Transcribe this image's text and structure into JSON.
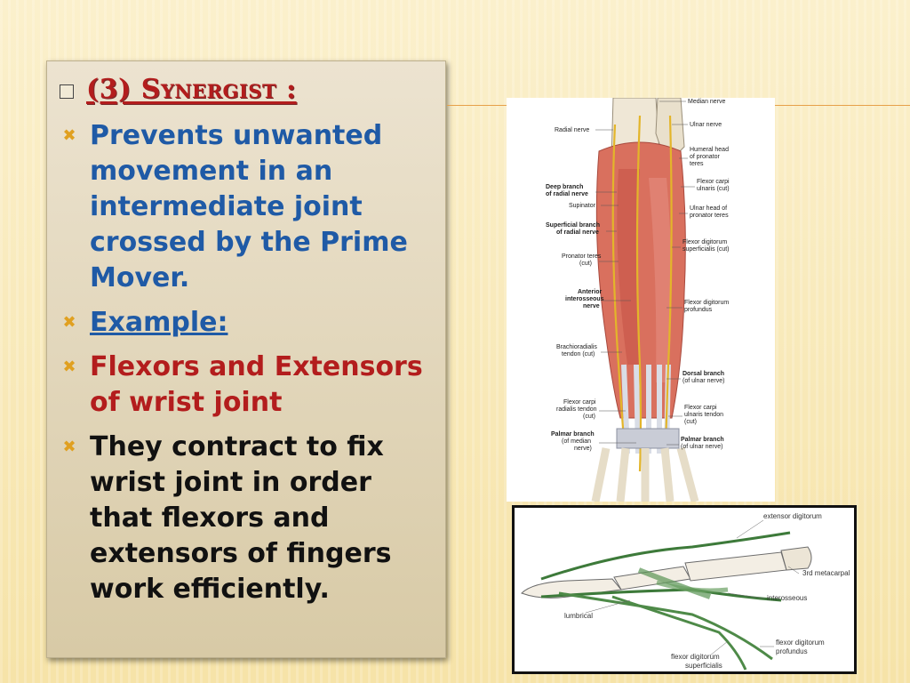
{
  "slide": {
    "title": "(3) Synergist :",
    "bullets": [
      {
        "text": "Prevents unwanted movement in an intermediate joint crossed by the Prime Mover.",
        "color": "#1f5aa6"
      },
      {
        "text": "Example:",
        "color": "#1f5aa6"
      },
      {
        "text": "Flexors and Extensors of wrist joint",
        "color": "#b31d1d"
      },
      {
        "text": "They contract to fix wrist joint in order that flexors and extensors of fingers work efficiently.",
        "color": "#111111"
      }
    ],
    "colors": {
      "title": "#b31d1d",
      "bullet_icon": "#e0a020",
      "accent_line": "#e6a14a"
    }
  },
  "forearm_figure": {
    "labels_left": [
      "Radial nerve",
      "Deep branch",
      "of radial nerve",
      "Supinator",
      "Superficial branch",
      "of radial nerve",
      "Pronator teres",
      "(cut)",
      "Anterior",
      "interosseous",
      "nerve",
      "Brachioradialis",
      "tendon (cut)",
      "Flexor carpi",
      "radialis tendon",
      "(cut)",
      "Palmar branch",
      "(of median",
      "nerve)"
    ],
    "labels_right": [
      "Median nerve",
      "Ulnar nerve",
      "Humeral head",
      "of pronator",
      "teres",
      "Flexor carpi",
      "ulnaris (cut)",
      "Ulnar head of",
      "pronator teres",
      "Flexor digitorum",
      "superficialis (cut)",
      "Flexor digitorum",
      "profundus",
      "Dorsal branch",
      "(of ulnar nerve)",
      "Flexor carpi",
      "ulnaris tendon",
      "(cut)",
      "Palmar branch",
      "(of ulnar nerve)"
    ]
  },
  "finger_figure": {
    "labels": [
      "extensor digitorum",
      "3rd metacarpal",
      "interosseous",
      "lumbrical",
      "flexor digitorum",
      "profundus",
      "flexor digitorum",
      "superficialis"
    ]
  }
}
